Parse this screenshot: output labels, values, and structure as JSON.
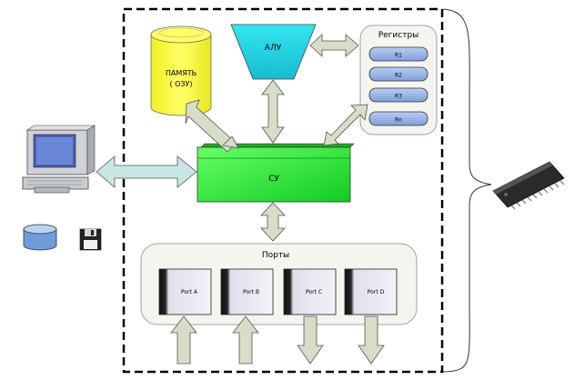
{
  "memory": {
    "line1": "ПАМЯТЬ",
    "line2": "( ОЗУ)"
  },
  "alu": {
    "label": "АЛУ"
  },
  "registers": {
    "title": "Регистры",
    "items": [
      "R1",
      "R2",
      "R3",
      "Rn"
    ]
  },
  "control_unit": {
    "label": "СУ"
  },
  "ports": {
    "title": "Порты",
    "items": [
      "Port A",
      "Port B",
      "Port C",
      "Port D"
    ]
  },
  "colors": {
    "memory_fill": "#ffff33",
    "alu_fill": "#22ddee",
    "control_unit_fill": "#22ee44",
    "arrow_fill": "#d8ddc8",
    "dual_arrow_fill": "#c8e6e6",
    "register_fill": "#9bb5e6",
    "panel_fill": "#f5f5ee"
  },
  "icons": [
    "computer-icon",
    "disk-icon",
    "floppy-icon",
    "chip-icon"
  ]
}
